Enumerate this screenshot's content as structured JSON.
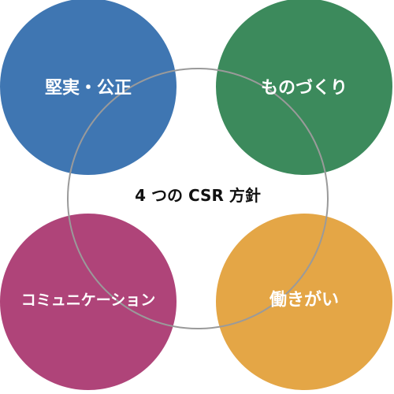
{
  "center_title": "4 つの CSR 方針",
  "circles": [
    {
      "label": "堅実・公正",
      "color": "#3f76b2"
    },
    {
      "label": "ものづくり",
      "color": "#3c8a5c"
    },
    {
      "label": "コミュニケーション",
      "color": "#af4479"
    },
    {
      "label": "働きがい",
      "color": "#e4a646"
    }
  ],
  "outline_color": "#9a9a9a"
}
